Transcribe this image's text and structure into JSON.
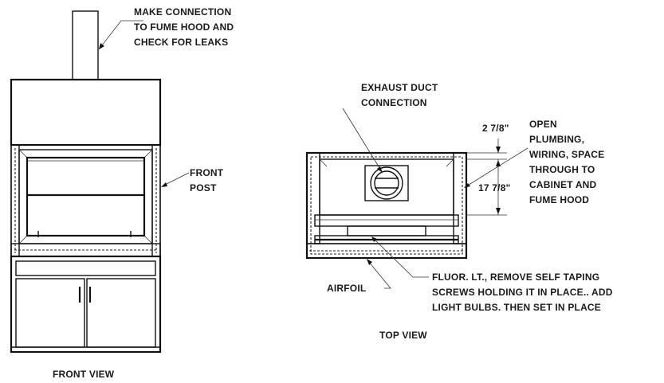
{
  "labels": {
    "make_connection": [
      "MAKE CONNECTION",
      "TO FUME HOOD AND",
      "CHECK FOR LEAKS"
    ],
    "front_post": [
      "FRONT",
      "POST"
    ],
    "front_view": "FRONT VIEW",
    "exhaust_duct": [
      "EXHAUST DUCT",
      "CONNECTION"
    ],
    "open_plumbing": [
      "OPEN",
      "PLUMBING,",
      "WIRING, SPACE",
      "THROUGH TO",
      "CABINET AND",
      "FUME HOOD"
    ],
    "dim_top": "2 7/8\"",
    "dim_depth": "17 7/8\"",
    "airfoil": "AIRFOIL",
    "fluor": [
      "FLUOR. LT., REMOVE SELF TAPING",
      "SCREWS HOLDING IT IN PLACE.. ADD",
      "LIGHT BULBS. THEN SET IN PLACE"
    ],
    "top_view": "TOP VIEW"
  }
}
